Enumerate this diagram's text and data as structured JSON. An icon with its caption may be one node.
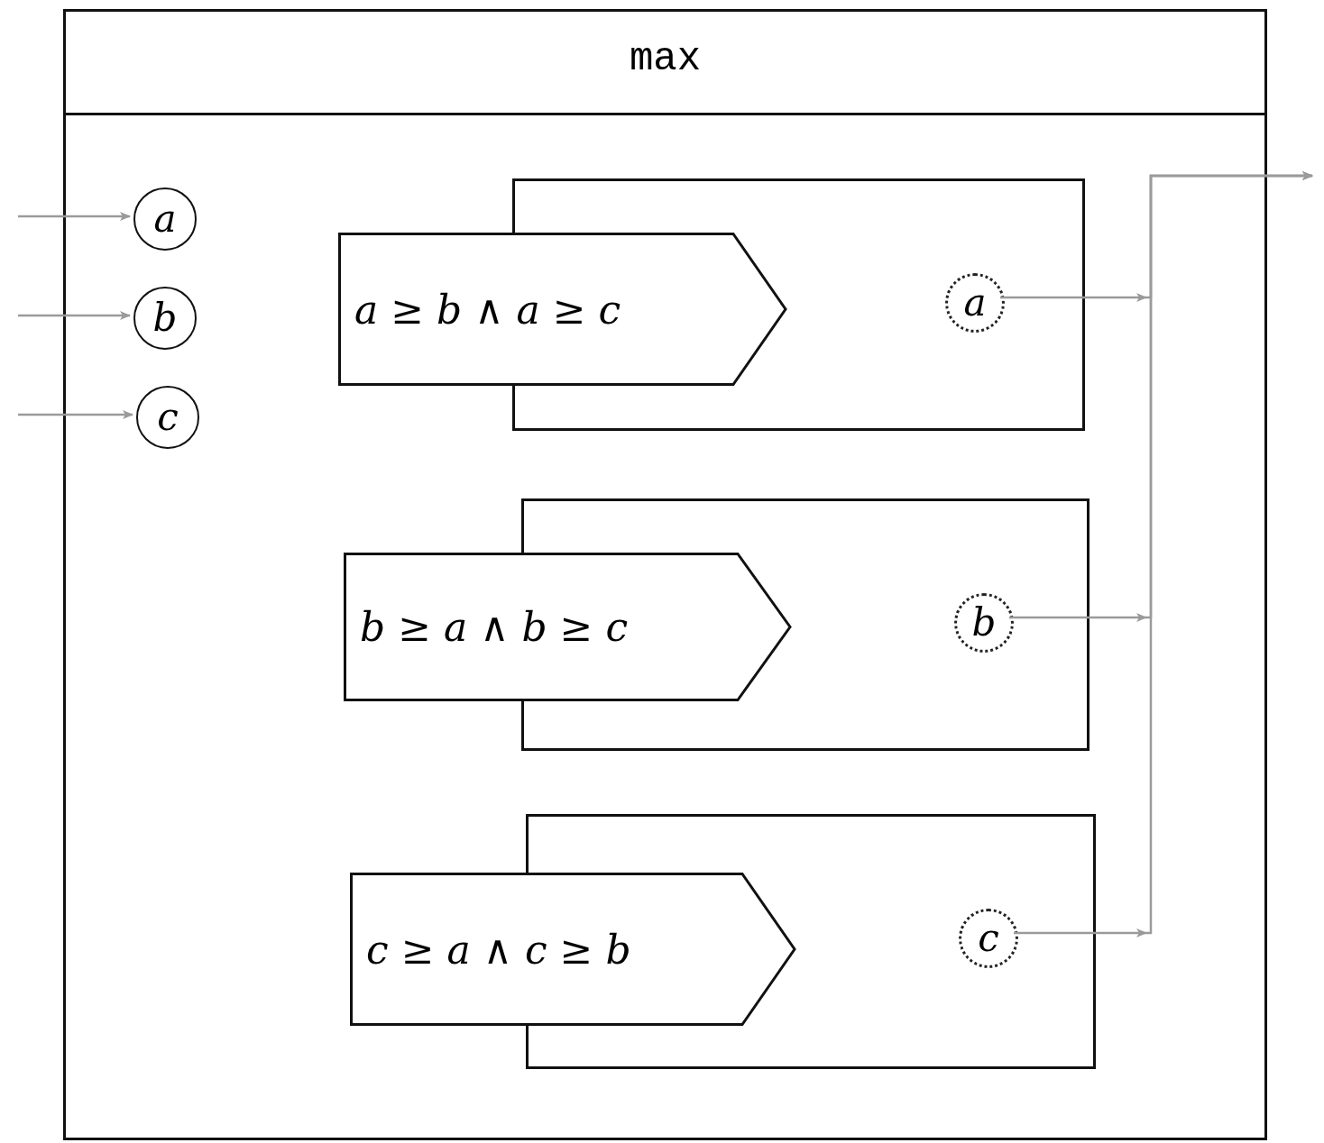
{
  "diagram": {
    "nodes": [
      {
        "text": [
          "max"
        ]
      },
      {
        "text": [
          "a"
        ],
        "in": 0
      },
      {
        "text": [
          "b"
        ],
        "in": 0
      },
      {
        "text": [
          "c"
        ],
        "in": 0
      },
      {
        "text": [],
        "shape": "box",
        "in": 0
      },
      {
        "text": [
          "a ≥ b ∧ a ≥ c"
        ],
        "in": 0
      },
      {
        "text": [
          "a"
        ],
        "in": 4
      },
      {
        "text": [],
        "shape": "box",
        "in": 0
      },
      {
        "text": [
          "b ≥ a ∧ b ≥ c"
        ],
        "in": 0
      },
      {
        "text": [
          "b"
        ],
        "in": 7
      },
      {
        "text": [],
        "shape": "box",
        "in": 0
      },
      {
        "text": [
          "c ≥ a ∧ c ≥ b"
        ],
        "in": 0
      },
      {
        "text": [
          "c"
        ],
        "in": 10
      }
    ],
    "edges": [
      {
        "from": null,
        "to": 1,
        "arrow": "to"
      },
      {
        "from": null,
        "to": 2,
        "arrow": "to"
      },
      {
        "from": null,
        "to": 3,
        "arrow": "to"
      },
      {
        "from": 6,
        "to": null,
        "arrow": "to"
      },
      {
        "from": 9,
        "to": null,
        "arrow": "to"
      },
      {
        "from": 12,
        "to": null,
        "arrow": "to"
      }
    ]
  }
}
